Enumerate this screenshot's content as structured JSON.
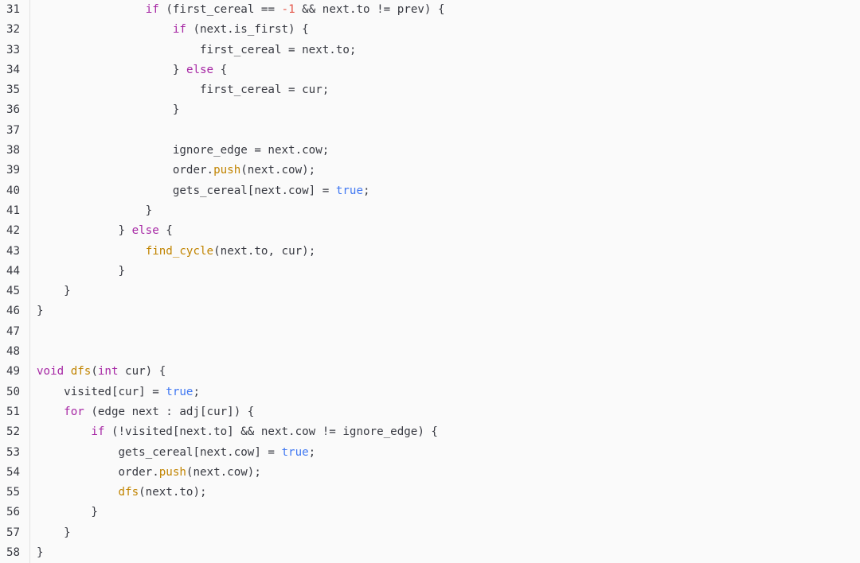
{
  "editor": {
    "lines": [
      {
        "n": "31",
        "tokens": [
          [
            "pl",
            "        "
          ],
          [
            "kw",
            "if"
          ],
          [
            "pl",
            " (first_cereal == "
          ],
          [
            "num",
            "-1"
          ],
          [
            "pl",
            " && next.to != prev) {"
          ]
        ]
      },
      {
        "n": "32",
        "tokens": [
          [
            "pl",
            "            "
          ],
          [
            "kw",
            "if"
          ],
          [
            "pl",
            " (next.is_first) {"
          ]
        ]
      },
      {
        "n": "33",
        "tokens": [
          [
            "pl",
            "                first_cereal = next.to;"
          ]
        ]
      },
      {
        "n": "34",
        "tokens": [
          [
            "pl",
            "            } "
          ],
          [
            "kw",
            "else"
          ],
          [
            "pl",
            " {"
          ]
        ]
      },
      {
        "n": "35",
        "tokens": [
          [
            "pl",
            "                first_cereal = cur;"
          ]
        ]
      },
      {
        "n": "36",
        "tokens": [
          [
            "pl",
            "            }"
          ]
        ]
      },
      {
        "n": "37",
        "tokens": [
          [
            "pl",
            ""
          ]
        ]
      },
      {
        "n": "38",
        "tokens": [
          [
            "pl",
            "            ignore_edge = next.cow;"
          ]
        ]
      },
      {
        "n": "39",
        "tokens": [
          [
            "pl",
            "            order."
          ],
          [
            "fn",
            "push"
          ],
          [
            "pl",
            "(next.cow);"
          ]
        ]
      },
      {
        "n": "40",
        "tokens": [
          [
            "pl",
            "            gets_cereal[next.cow] = "
          ],
          [
            "bool",
            "true"
          ],
          [
            "pl",
            ";"
          ]
        ]
      },
      {
        "n": "41",
        "tokens": [
          [
            "pl",
            "        }"
          ]
        ]
      },
      {
        "n": "42",
        "tokens": [
          [
            "pl",
            "    } "
          ],
          [
            "kw",
            "else"
          ],
          [
            "pl",
            " {"
          ]
        ]
      },
      {
        "n": "43",
        "tokens": [
          [
            "pl",
            "        "
          ],
          [
            "fn",
            "find_cycle"
          ],
          [
            "pl",
            "(next.to, cur);"
          ]
        ]
      },
      {
        "n": "44",
        "tokens": [
          [
            "pl",
            "    }"
          ]
        ]
      },
      {
        "n": "45",
        "tokens": [
          [
            "pl",
            "}"
          ]
        ]
      },
      {
        "n": "46",
        "tokens": [
          [
            "pl",
            "}"
          ]
        ]
      },
      {
        "n": "47",
        "tokens": [
          [
            "pl",
            ""
          ]
        ]
      },
      {
        "n": "48",
        "tokens": [
          [
            "pl",
            ""
          ]
        ]
      },
      {
        "n": "49",
        "tokens": [
          [
            "kw",
            "void"
          ],
          [
            "pl",
            " "
          ],
          [
            "fn",
            "dfs"
          ],
          [
            "pl",
            "("
          ],
          [
            "kw",
            "int"
          ],
          [
            "pl",
            " cur) {"
          ]
        ]
      },
      {
        "n": "50",
        "tokens": [
          [
            "pl",
            "    visited[cur] = "
          ],
          [
            "bool",
            "true"
          ],
          [
            "pl",
            ";"
          ]
        ]
      },
      {
        "n": "51",
        "tokens": [
          [
            "pl",
            "    "
          ],
          [
            "kw",
            "for"
          ],
          [
            "pl",
            " (edge next : adj[cur]) {"
          ]
        ]
      },
      {
        "n": "52",
        "tokens": [
          [
            "pl",
            "        "
          ],
          [
            "kw",
            "if"
          ],
          [
            "pl",
            " (!visited[next.to] && next.cow != ignore_edge) {"
          ]
        ]
      },
      {
        "n": "53",
        "tokens": [
          [
            "pl",
            "            gets_cereal[next.cow] = "
          ],
          [
            "bool",
            "true"
          ],
          [
            "pl",
            ";"
          ]
        ]
      },
      {
        "n": "54",
        "tokens": [
          [
            "pl",
            "            order."
          ],
          [
            "fn",
            "push"
          ],
          [
            "pl",
            "(next.cow);"
          ]
        ]
      },
      {
        "n": "55",
        "tokens": [
          [
            "pl",
            "            "
          ],
          [
            "fn",
            "dfs"
          ],
          [
            "pl",
            "(next.to);"
          ]
        ]
      },
      {
        "n": "56",
        "tokens": [
          [
            "pl",
            "        }"
          ]
        ]
      },
      {
        "n": "57",
        "tokens": [
          [
            "pl",
            "    }"
          ]
        ]
      },
      {
        "n": "58",
        "tokens": [
          [
            "pl",
            "}"
          ]
        ]
      }
    ],
    "indent_prefix": {
      "31": "        ",
      "32": "        ",
      "33": "        ",
      "34": "        ",
      "35": "        ",
      "36": "        ",
      "38": "        ",
      "39": "        ",
      "40": "        ",
      "41": "        ",
      "42": "        ",
      "43": "        ",
      "44": "        ",
      "45": "    "
    }
  }
}
